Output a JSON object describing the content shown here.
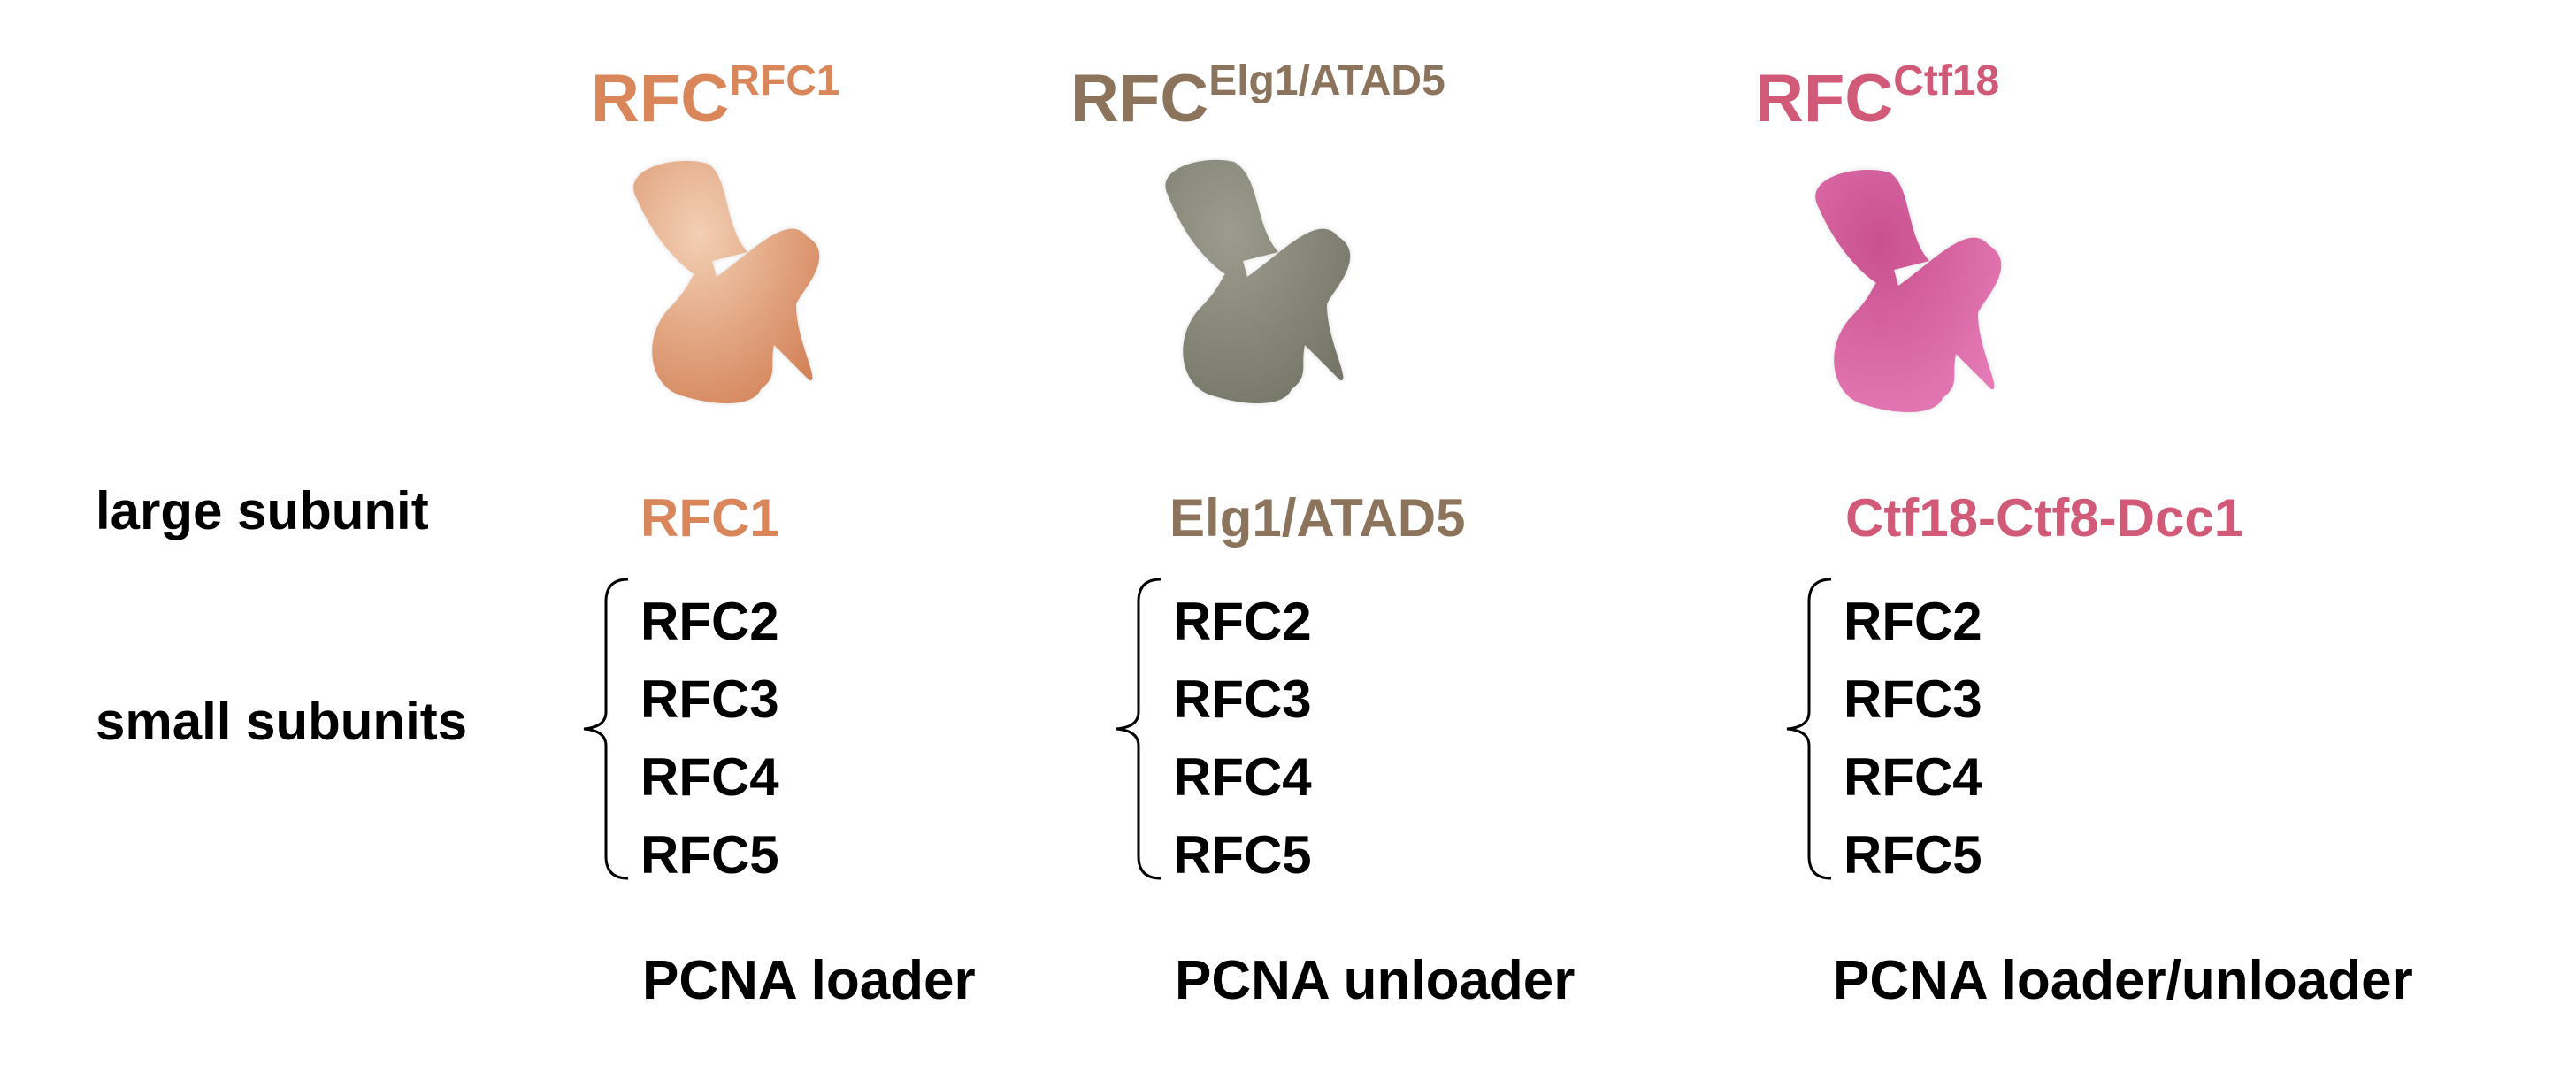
{
  "row_labels": {
    "large": "large subunit",
    "small": "small subunits"
  },
  "complexes": [
    {
      "title_main": "RFC",
      "title_sup": "RFC1",
      "color": "#d9865a",
      "blob_light": "#f0c0a0",
      "blob_dark": "#d98a5a",
      "large_subunit": "RFC1",
      "small_subunits": [
        "RFC2",
        "RFC3",
        "RFC4",
        "RFC5"
      ],
      "role": "PCNA loader"
    },
    {
      "title_main": "RFC",
      "title_sup": "Elg1/ATAD5",
      "color": "#8c735c",
      "blob_light": "#a8a898",
      "blob_dark": "#7d7d72",
      "large_subunit": "Elg1/ATAD5",
      "small_subunits": [
        "RFC2",
        "RFC3",
        "RFC4",
        "RFC5"
      ],
      "role": "PCNA unloader"
    },
    {
      "title_main": "RFC",
      "title_sup": "Ctf18",
      "color": "#d05a78",
      "blob_light": "#e47ab4",
      "blob_dark": "#c9508e",
      "large_subunit": "Ctf18-Ctf8-Dcc1",
      "small_subunits": [
        "RFC2",
        "RFC3",
        "RFC4",
        "RFC5"
      ],
      "role": "PCNA loader/unloader"
    }
  ]
}
